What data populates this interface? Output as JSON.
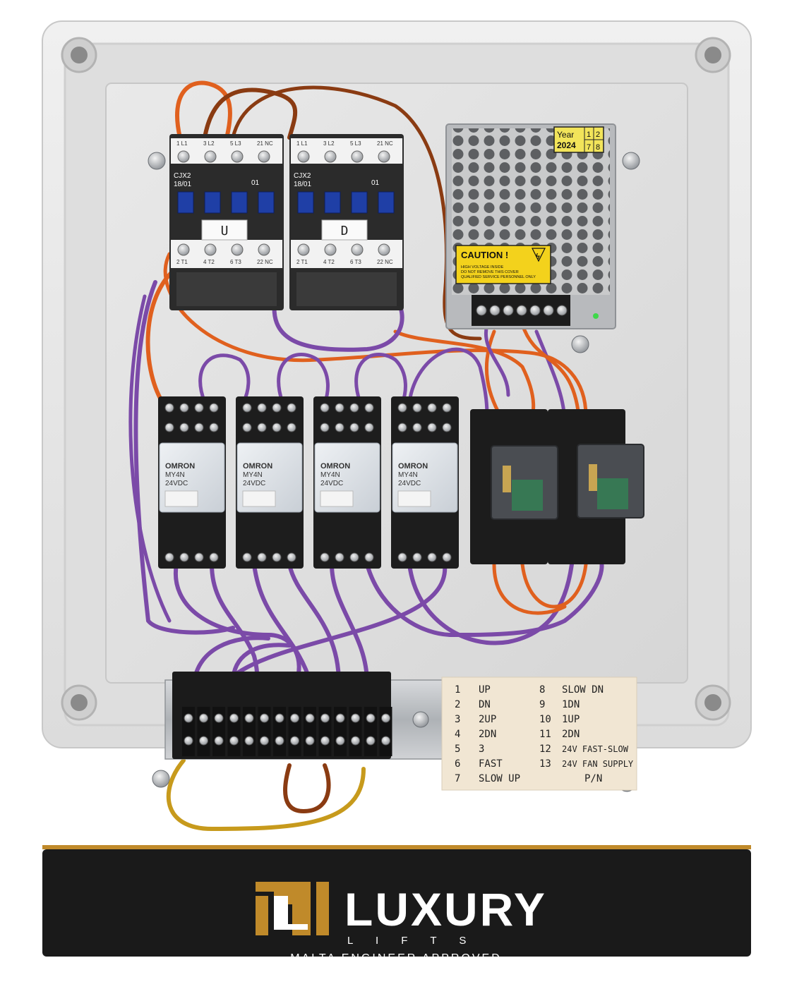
{
  "contactors": [
    {
      "model": "CJX2",
      "rating": "18/01",
      "aux": "01",
      "label": "U",
      "top_terminals": [
        "1 L1",
        "3 L2",
        "5 L3",
        "21 NC"
      ],
      "bottom_terminals": [
        "2 T1",
        "4 T2",
        "6 T3",
        "22 NC"
      ]
    },
    {
      "model": "CJX2",
      "rating": "18/01",
      "aux": "01",
      "label": "D",
      "top_terminals": [
        "1 L1",
        "3 L2",
        "5 L3",
        "21 NC"
      ],
      "bottom_terminals": [
        "2 T1",
        "4 T2",
        "6 T3",
        "22 NC"
      ]
    }
  ],
  "power_supply": {
    "year_label": "Year",
    "year_value": "2024",
    "grid_digits": [
      "1",
      "2",
      "7",
      "8"
    ],
    "caution_title": "CAUTION !",
    "caution_lines": [
      "HIGH VOLTAGE INSIDE",
      "DO NOT REMOVE THIS COVER",
      "QUALIFIED SERVICE PERSONNEL ONLY"
    ]
  },
  "relays": [
    {
      "brand": "OMRON",
      "model": "MY4N",
      "voltage": "24VDC"
    },
    {
      "brand": "OMRON",
      "model": "MY4N",
      "voltage": "24VDC"
    },
    {
      "brand": "OMRON",
      "model": "MY4N",
      "voltage": "24VDC"
    },
    {
      "brand": "OMRON",
      "model": "MY4N",
      "voltage": "24VDC"
    }
  ],
  "legend": {
    "left": [
      {
        "num": "1",
        "label": "UP"
      },
      {
        "num": "2",
        "label": "DN"
      },
      {
        "num": "3",
        "label": "2UP"
      },
      {
        "num": "4",
        "label": "2DN"
      },
      {
        "num": "5",
        "label": "3"
      },
      {
        "num": "6",
        "label": "FAST"
      },
      {
        "num": "7",
        "label": "SLOW UP"
      }
    ],
    "right": [
      {
        "num": "8",
        "label": "SLOW DN"
      },
      {
        "num": "9",
        "label": "1DN"
      },
      {
        "num": "10",
        "label": "1UP"
      },
      {
        "num": "11",
        "label": "2DN"
      },
      {
        "num": "12",
        "label": "24V FAST-SLOW"
      },
      {
        "num": "13",
        "label": "24V FAN SUPPLY"
      },
      {
        "num": "",
        "label": "P/N"
      }
    ]
  },
  "brand": {
    "name": "LUXURY",
    "sub": "L I F T S",
    "tagline": "MALTA ENGINEER APPROVED"
  },
  "colors": {
    "wire_purple": "#7b4aa8",
    "wire_orange": "#e0601e",
    "wire_brown": "#8a3b12",
    "wire_yellow": "#c79a1c",
    "contactor_blue": "#1f3fa6",
    "banner_bg": "#1a1a1a",
    "gold": "#c08a2a"
  }
}
